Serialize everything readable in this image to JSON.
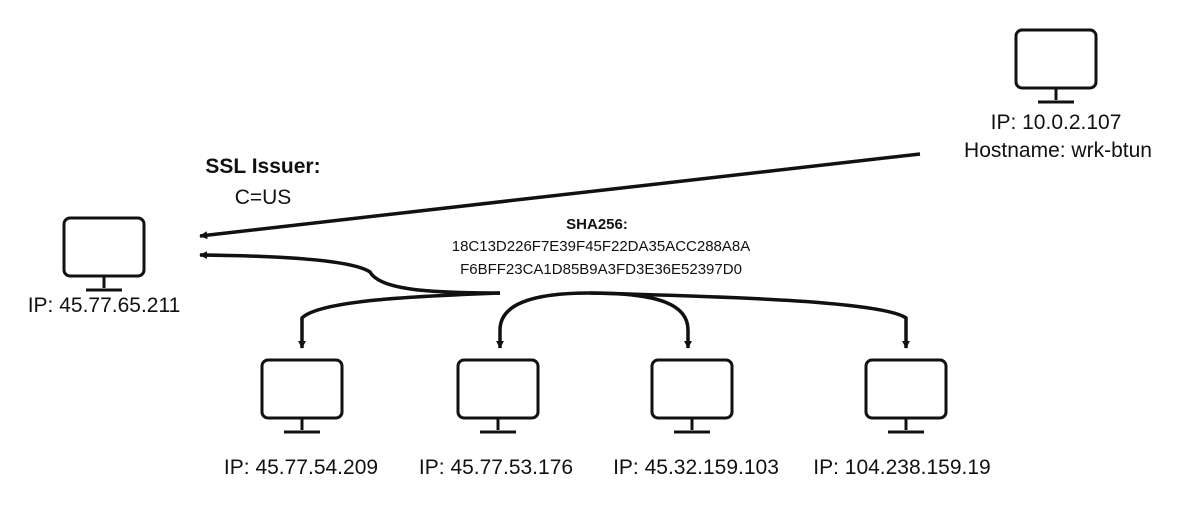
{
  "nodes": {
    "remote": {
      "ip": "IP: 10.0.2.107",
      "hostname": "Hostname: wrk-btun"
    },
    "server": {
      "ip": "IP: 45.77.65.211"
    },
    "clients": [
      {
        "ip": "IP: 45.77.54.209"
      },
      {
        "ip": "IP: 45.77.53.176"
      },
      {
        "ip": "IP: 45.32.159.103"
      },
      {
        "ip": "IP: 104.238.159.19"
      }
    ]
  },
  "ssl_issuer": {
    "title": "SSL Issuer:",
    "value": "C=US"
  },
  "sha256": {
    "title": "SHA256:",
    "line1": "18C13D226F7E39F45F22DA35ACC288A8A",
    "line2": "F6BFF23CA1D85B9A3FD3E36E52397D0"
  },
  "colors": {
    "stroke": "#111111",
    "background": "#ffffff"
  },
  "icons": {
    "host": "monitor-icon"
  }
}
